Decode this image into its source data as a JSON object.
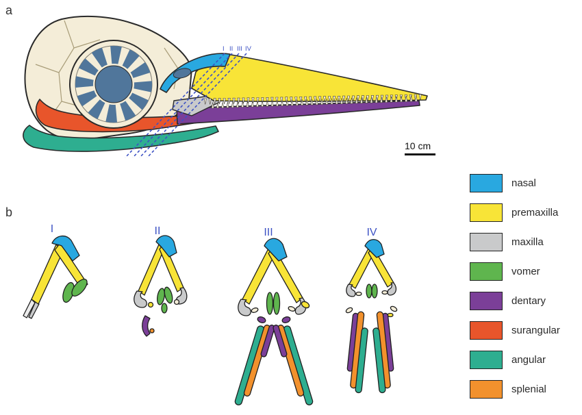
{
  "panel_a": {
    "label": "a",
    "scale_bar_label": "10 cm",
    "section_line_labels": [
      "I",
      "II",
      "III",
      "IV"
    ]
  },
  "panel_b": {
    "label": "b",
    "sections": [
      {
        "label": "I"
      },
      {
        "label": "II"
      },
      {
        "label": "III"
      },
      {
        "label": "IV"
      }
    ]
  },
  "legend": {
    "items": [
      {
        "label": "nasal",
        "color": "#29A8E0"
      },
      {
        "label": "premaxilla",
        "color": "#F8E437"
      },
      {
        "label": "maxilla",
        "color": "#C9CACB"
      },
      {
        "label": "vomer",
        "color": "#5FB54E"
      },
      {
        "label": "dentary",
        "color": "#7B3F98"
      },
      {
        "label": "surangular",
        "color": "#E8552B"
      },
      {
        "label": "angular",
        "color": "#2EAE90"
      },
      {
        "label": "splenial",
        "color": "#F2912D"
      }
    ]
  },
  "colors": {
    "bone": "#F4EDD8",
    "sclerotic_ring": "#50769B",
    "outline": "#2A2A2A",
    "section_line": "#3D52C4"
  }
}
